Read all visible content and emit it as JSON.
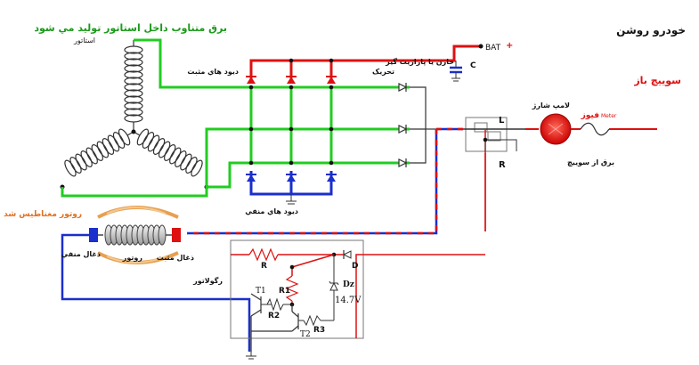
{
  "title": "خودرو روشن",
  "switch_state": "سوییچ باز",
  "header_note": "برق متناوب داخل استاتور تولید مي شود",
  "labels": {
    "stator": "استاتور",
    "positive_diodes": "ديود هاي مثبت",
    "negative_diodes": "ديود هاي منفي",
    "exciter": "تحريک",
    "capacitor": "خازن يا پارازيت گير",
    "capacitor_letter": "C",
    "bat": "BAT",
    "bat_plus": "+",
    "terminal_l": "L",
    "terminal_r": "R",
    "charge_lamp": "لامپ شارژ",
    "fuse": "فیوز",
    "meter": "Meter",
    "from_switch": "برق از سوییچ",
    "rotor_magnetized": "روتور مغناطیس شد",
    "rotor": "روتور",
    "brush_negative": "ذغال منفي",
    "brush_positive": "ذغال مثبت",
    "regulator": "رگولاتور",
    "r": "R",
    "d": "D",
    "r1": "R1",
    "r2": "R2",
    "r3": "R3",
    "t1": "T1",
    "t2": "T2",
    "dz": "Dz",
    "dz_voltage": "14.7V"
  },
  "colors": {
    "green": "#22cc22",
    "red": "#dd1111",
    "blue": "#1a2fcc",
    "coil": "#333333",
    "orange_text": "#e07020",
    "green_text": "#1a9a1a",
    "lamp": "#e01010",
    "field_arc": "#e8a050"
  }
}
